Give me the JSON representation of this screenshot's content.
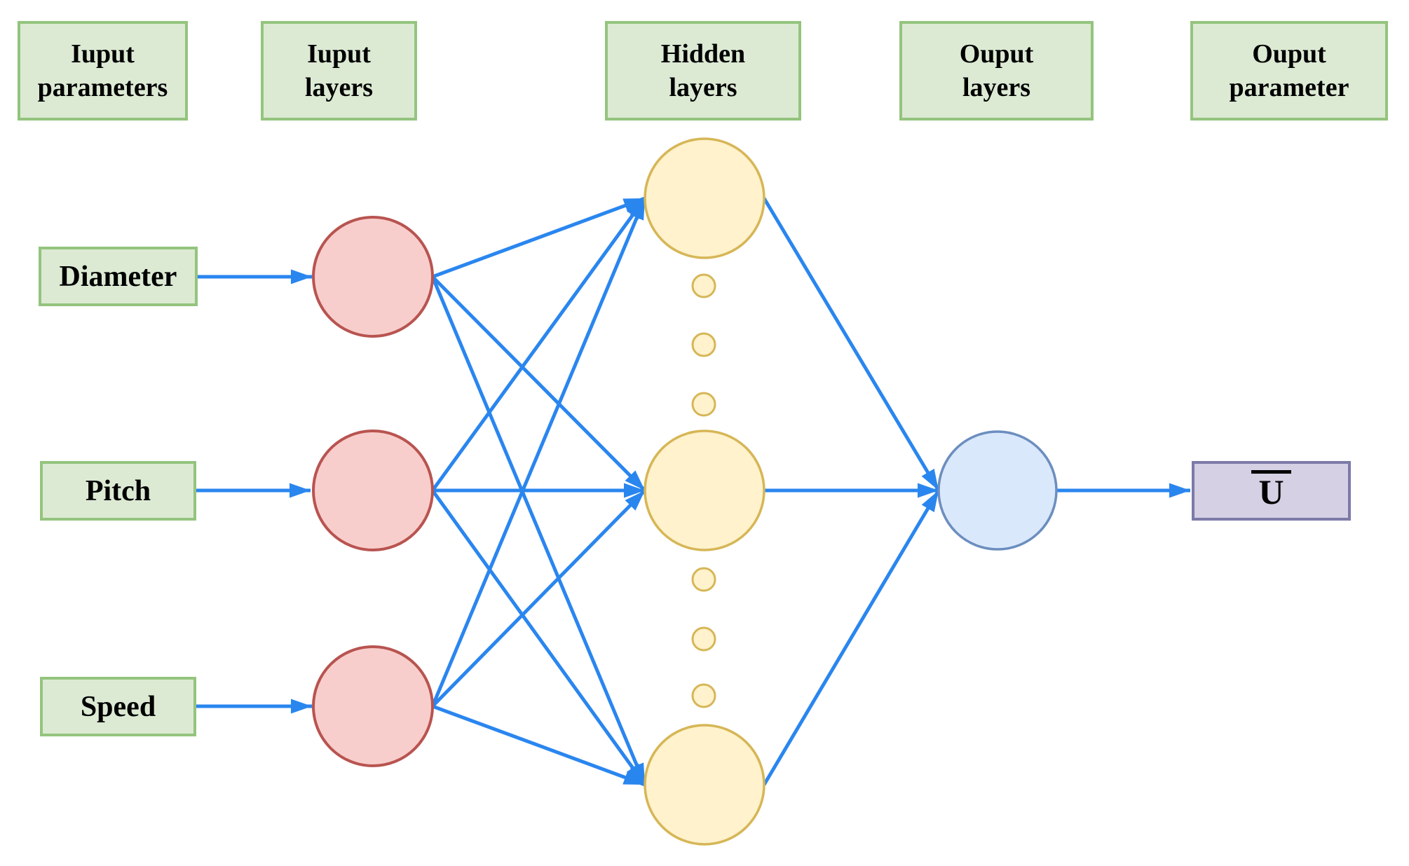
{
  "diagram_type": "neural-network-architecture",
  "headers": {
    "input_parameters": {
      "line1": "Iuput",
      "line2": "parameters"
    },
    "input_layers": {
      "line1": "Iuput",
      "line2": "layers"
    },
    "hidden_layers": {
      "line1": "Hidden",
      "line2": "layers"
    },
    "output_layers": {
      "line1": "Ouput",
      "line2": "layers"
    },
    "output_parameter": {
      "line1": "Ouput",
      "line2": "parameter"
    }
  },
  "input_params": {
    "diameter": "Diameter",
    "pitch": "Pitch",
    "speed": "Speed"
  },
  "output": {
    "symbol": "U",
    "has_overbar": true
  },
  "structure": {
    "input_neurons": 3,
    "hidden_neurons_shown": 3,
    "hidden_ellipsis_dots": 6,
    "output_neurons": 1,
    "connections": "fully-connected input-to-hidden and hidden-to-output"
  },
  "palette": {
    "box-green-fill": "#dcead4",
    "box-green-stroke": "#94c47e",
    "neuron-red-fill": "#f8cecc",
    "neuron-red-stroke": "#b85450",
    "neuron-yellow-fill": "#fff2cc",
    "neuron-yellow-stroke": "#d6b656",
    "neuron-blue-fill": "#dae8fc",
    "neuron-blue-stroke": "#6c8ebf",
    "box-purple-fill": "#d5d0e3",
    "box-purple-stroke": "#7d7aa8",
    "arrow": "#2a86ef",
    "text": "#000000"
  }
}
